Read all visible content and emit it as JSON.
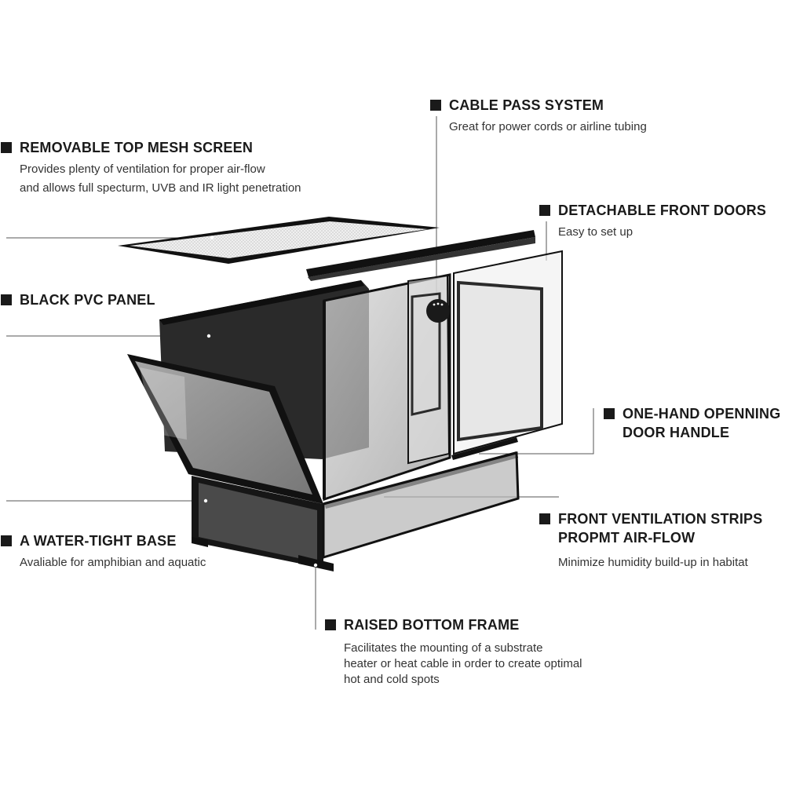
{
  "colors": {
    "frame": "#111111",
    "panel_dark": "#2b2b2b",
    "glass": "#bcbcbc",
    "leader_line": "#555555",
    "text": "#1a1a1a"
  },
  "labels": {
    "cable_pass": {
      "title": "CABLE PASS SYSTEM",
      "desc": "Great for power cords or airline tubing"
    },
    "top_mesh": {
      "title": "REMOVABLE TOP MESH SCREEN",
      "desc_line1": "Provides plenty of ventilation for proper air-flow",
      "desc_line2": "and allows full specturm, UVB and IR light penetration"
    },
    "front_doors": {
      "title": "DETACHABLE FRONT DOORS",
      "desc": "Easy to set up"
    },
    "pvc_panel": {
      "title": "BLACK PVC PANEL"
    },
    "door_handle": {
      "title_line1": "ONE-HAND OPENNING",
      "title_line2": "DOOR HANDLE"
    },
    "ventilation": {
      "title_line1": "FRONT VENTILATION STRIPS",
      "title_line2": "PROPMT AIR-FLOW",
      "desc": "Minimize humidity build-up in habitat"
    },
    "base": {
      "title": "A WATER-TIGHT BASE",
      "desc": "Avaliable for amphibian and aquatic"
    },
    "bottom_frame": {
      "title": "RAISED BOTTOM FRAME",
      "desc_line1": "Facilitates the mounting of a substrate",
      "desc_line2": "heater or heat cable in order to create optimal",
      "desc_line3": "hot and cold spots"
    }
  }
}
